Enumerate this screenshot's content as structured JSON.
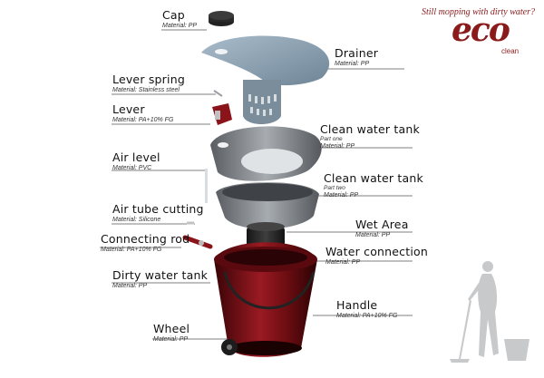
{
  "brand": {
    "tagline": "Still mopping with dirty water?",
    "logo_word": "eco",
    "logo_sub": "clean",
    "accent_color": "#8b1a1a"
  },
  "parts": [
    {
      "id": "cap",
      "title": "Cap",
      "material": "Material: PP"
    },
    {
      "id": "drainer",
      "title": "Drainer",
      "material": "Material: PP"
    },
    {
      "id": "lever-spring",
      "title": "Lever spring",
      "material": "Material: Stainless steel"
    },
    {
      "id": "lever",
      "title": "Lever",
      "material": "Material: PA+10% FG"
    },
    {
      "id": "clean-tank-1",
      "title": "Clean water tank",
      "subtitle": "Part one",
      "material": "Material: PP"
    },
    {
      "id": "air-level",
      "title": "Air level",
      "material": "Material: PVC"
    },
    {
      "id": "clean-tank-2",
      "title": "Clean water tank",
      "subtitle": "Part two",
      "material": "Material: PP"
    },
    {
      "id": "air-tube",
      "title": "Air tube cutting",
      "material": "Material: Silicone"
    },
    {
      "id": "wet-area",
      "title": "Wet Area",
      "material": "Material: PP"
    },
    {
      "id": "connecting-rod",
      "title": "Connecting rod",
      "material": "Material: PA+10% FG"
    },
    {
      "id": "water-connection",
      "title": "Water connection",
      "material": "Material: PP"
    },
    {
      "id": "dirty-tank",
      "title": "Dirty water tank",
      "material": "Material: PP"
    },
    {
      "id": "handle",
      "title": "Handle",
      "material": "Material: PA+10% FG"
    },
    {
      "id": "wheel",
      "title": "Wheel",
      "material": "Material: PP"
    }
  ]
}
